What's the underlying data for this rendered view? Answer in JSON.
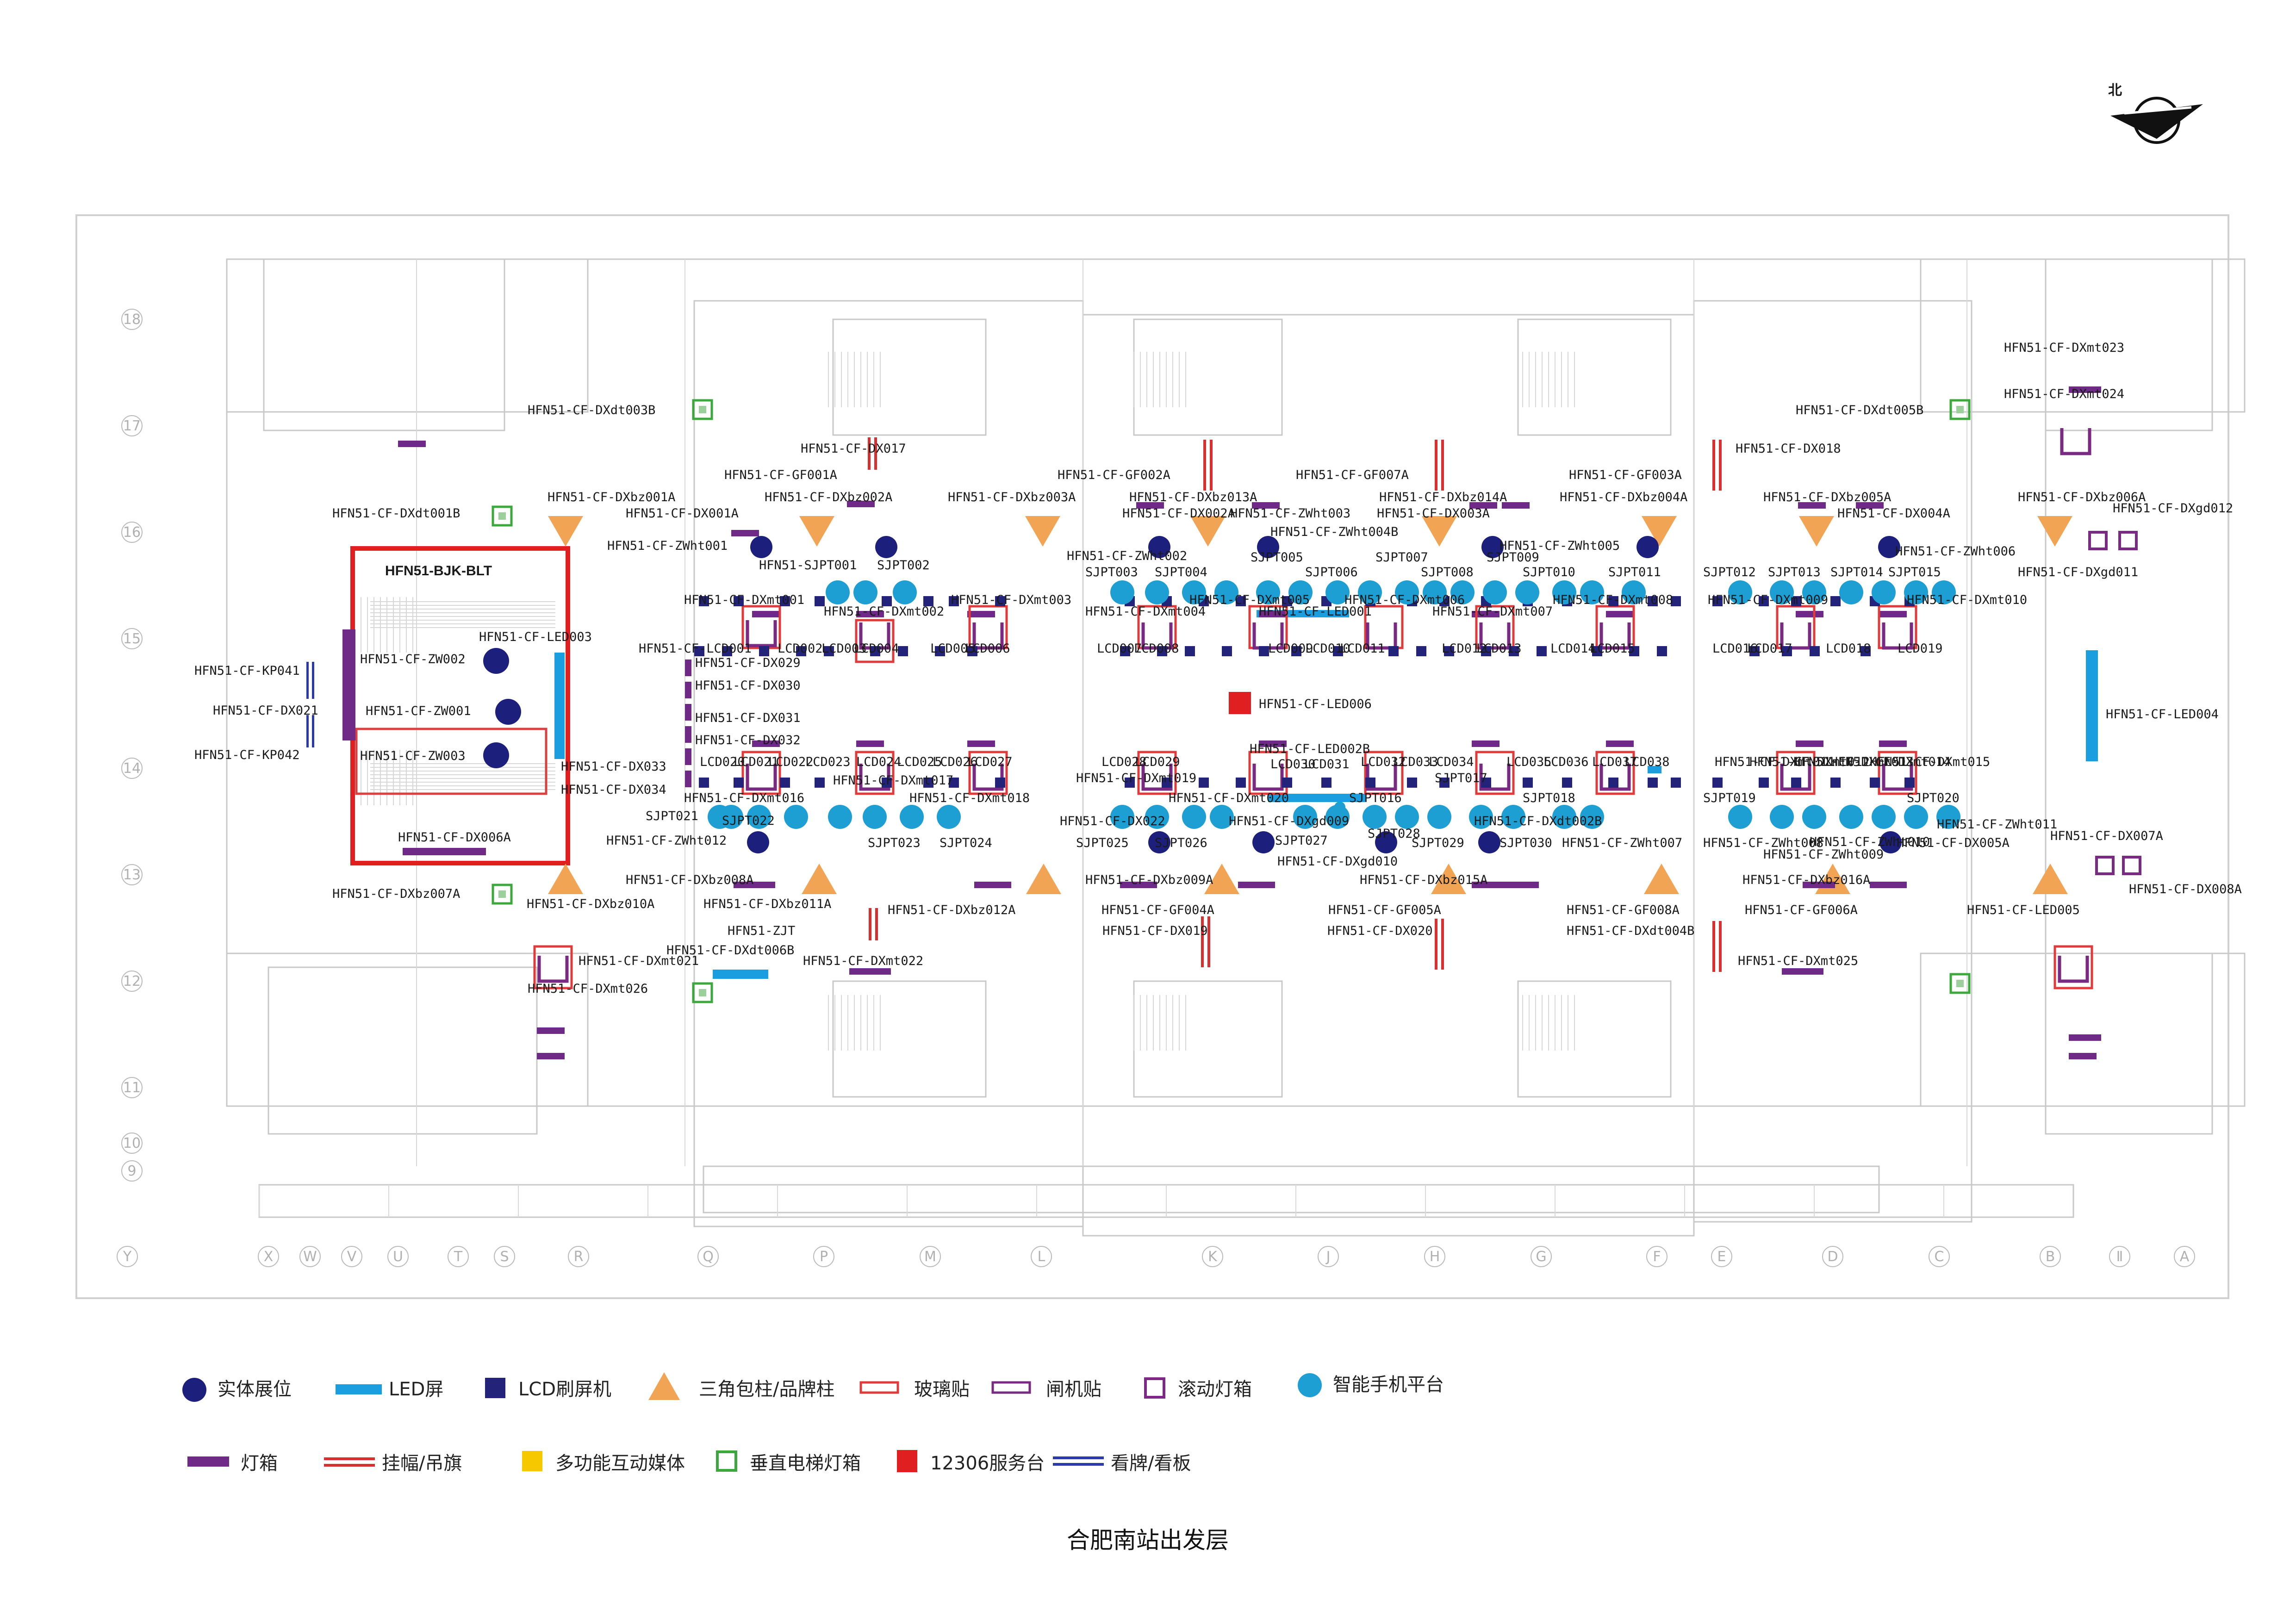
{
  "title": "合肥南站出发层",
  "north": "北",
  "legend": [
    {
      "key": "exhibit",
      "label": "实体展位"
    },
    {
      "key": "led",
      "label": "LED屏"
    },
    {
      "key": "lcd",
      "label": "LCD刷屏机"
    },
    {
      "key": "tri",
      "label": "三角包柱/品牌柱"
    },
    {
      "key": "glass",
      "label": "玻璃贴"
    },
    {
      "key": "gate",
      "label": "闸机贴"
    },
    {
      "key": "scroll",
      "label": "滚动灯箱"
    },
    {
      "key": "phone",
      "label": "智能手机平台"
    },
    {
      "key": "lightbox",
      "label": "灯箱"
    },
    {
      "key": "banner",
      "label": "挂幅/吊旗"
    },
    {
      "key": "media",
      "label": "多功能互动媒体"
    },
    {
      "key": "elevator",
      "label": "垂直电梯灯箱"
    },
    {
      "key": "service",
      "label": "12306服务台"
    },
    {
      "key": "sign",
      "label": "看牌/看板"
    }
  ],
  "colors": {
    "exhibit": "#1c1f7c",
    "led": "#1a9ee0",
    "lcd": "#23237a",
    "tri": "#f2a455",
    "glass": "#e03a3a",
    "gate": "#7a2a82",
    "scroll": "#7a2a82",
    "phone": "#1e9fd4",
    "lightbox": "#6e2a86",
    "banner": "#d83030",
    "media": "#f5c800",
    "elevator": "#3aa83a",
    "service": "#e02020",
    "sign": "#2a3aa8",
    "bjk": "#e02020"
  },
  "grid_rows": [
    "18",
    "17",
    "16",
    "15",
    "14",
    "13",
    "12",
    "11",
    "10",
    "9"
  ],
  "grid_cols": [
    "Y",
    "X",
    "W",
    "V",
    "U",
    "T",
    "S",
    "R",
    "Q",
    "P",
    "M",
    "L",
    "K",
    "J",
    "H",
    "G",
    "F",
    "E",
    "D",
    "C",
    "B",
    "Ⅱ",
    "A"
  ],
  "labels": [
    {
      "t": "HFN51-CF-DXmt023",
      "c": "t"
    },
    {
      "t": "HFN51-CF-DXmt024",
      "c": "t"
    },
    {
      "t": "HFN51-CF-DXdt003B",
      "c": "t"
    },
    {
      "t": "HFN51-CF-DXdt005B",
      "c": "t"
    },
    {
      "t": "HFN51-CF-DX017",
      "c": "t"
    },
    {
      "t": "HFN51-CF-DX018",
      "c": "t"
    },
    {
      "t": "HFN51-CF-GF001A",
      "c": "t"
    },
    {
      "t": "HFN51-CF-GF002A",
      "c": "t"
    },
    {
      "t": "HFN51-CF-GF007A",
      "c": "t"
    },
    {
      "t": "HFN51-CF-GF003A",
      "c": "t"
    },
    {
      "t": "HFN51-CF-DXbz001A",
      "c": "t"
    },
    {
      "t": "HFN51-CF-DXbz002A",
      "c": "t"
    },
    {
      "t": "HFN51-CF-DXbz003A",
      "c": "t"
    },
    {
      "t": "HFN51-CF-DXbz013A",
      "c": "t"
    },
    {
      "t": "HFN51-CF-DXbz014A",
      "c": "t"
    },
    {
      "t": "HFN51-CF-DXbz004A",
      "c": "t"
    },
    {
      "t": "HFN51-CF-DXbz005A",
      "c": "t"
    },
    {
      "t": "HFN51-CF-DXbz006A",
      "c": "t"
    },
    {
      "t": "HFN51-CF-DXdt001B",
      "c": "t"
    },
    {
      "t": "HFN51-CF-DX001A",
      "c": "t"
    },
    {
      "t": "HFN51-CF-DX002A",
      "c": "t"
    },
    {
      "t": "HFN51-CF-ZWht003",
      "c": "t"
    },
    {
      "t": "HFN51-CF-DX003A",
      "c": "t"
    },
    {
      "t": "HFN51-CF-DX004A",
      "c": "t"
    },
    {
      "t": "HFN51-CF-DXgd012",
      "c": "t"
    },
    {
      "t": "HFN51-BJK-BLT",
      "c": "t"
    },
    {
      "t": "HFN51-CF-ZWht001",
      "c": "t"
    },
    {
      "t": "HFN51-SJPT001",
      "c": "t"
    },
    {
      "t": "SJPT002",
      "c": "t"
    },
    {
      "t": "HFN51-CF-ZWht002",
      "c": "t"
    },
    {
      "t": "SJPT005",
      "c": "t"
    },
    {
      "t": "HFN51-CF-ZWht004B",
      "c": "t"
    },
    {
      "t": "SJPT007",
      "c": "t"
    },
    {
      "t": "SJPT009",
      "c": "t"
    },
    {
      "t": "HFN51-CF-ZWht005",
      "c": "t"
    },
    {
      "t": "HFN51-CF-ZWht006",
      "c": "t"
    },
    {
      "t": "HFN51-CF-DXgd011",
      "c": "t"
    },
    {
      "t": "SJPT003",
      "c": "t"
    },
    {
      "t": "SJPT004",
      "c": "t"
    },
    {
      "t": "SJPT006",
      "c": "t"
    },
    {
      "t": "SJPT008",
      "c": "t"
    },
    {
      "t": "SJPT010",
      "c": "t"
    },
    {
      "t": "SJPT011",
      "c": "t"
    },
    {
      "t": "SJPT012",
      "c": "t"
    },
    {
      "t": "SJPT013",
      "c": "t"
    },
    {
      "t": "SJPT014",
      "c": "t"
    },
    {
      "t": "SJPT015",
      "c": "t"
    },
    {
      "t": "HFN51-CF-DXmt001",
      "c": "t"
    },
    {
      "t": "HFN51-CF-DXmt002",
      "c": "t"
    },
    {
      "t": "HFN51-CF-DXmt003",
      "c": "t"
    },
    {
      "t": "HFN51-CF-DXmt004",
      "c": "t"
    },
    {
      "t": "HFN51-CF-DXmt005",
      "c": "t"
    },
    {
      "t": "HFN51-CF-DXmt006",
      "c": "t"
    },
    {
      "t": "HFN51-CF-DXmt007",
      "c": "t"
    },
    {
      "t": "HFN51-CF-DXmt008",
      "c": "t"
    },
    {
      "t": "HFN51-CF-DXmt009",
      "c": "t"
    },
    {
      "t": "HFN51-CF-DXmt010",
      "c": "t"
    },
    {
      "t": "HFN51-CF-LED003",
      "c": "t"
    },
    {
      "t": "HFN51-CF-LED001",
      "c": "t"
    },
    {
      "t": "HFN51-CF-LCD001",
      "c": "t"
    },
    {
      "t": "LCD002",
      "c": "t"
    },
    {
      "t": "LCD003",
      "c": "t"
    },
    {
      "t": "LCD004",
      "c": "t"
    },
    {
      "t": "LCD005",
      "c": "t"
    },
    {
      "t": "LCD006",
      "c": "t"
    },
    {
      "t": "LCD007",
      "c": "t"
    },
    {
      "t": "LCD008",
      "c": "t"
    },
    {
      "t": "LCD009",
      "c": "t"
    },
    {
      "t": "LCD010",
      "c": "t"
    },
    {
      "t": "LCD011",
      "c": "t"
    },
    {
      "t": "LCD012",
      "c": "t"
    },
    {
      "t": "LCD013",
      "c": "t"
    },
    {
      "t": "LCD014",
      "c": "t"
    },
    {
      "t": "LCD015",
      "c": "t"
    },
    {
      "t": "LCD016",
      "c": "t"
    },
    {
      "t": "LCD017",
      "c": "t"
    },
    {
      "t": "LCD018",
      "c": "t"
    },
    {
      "t": "LCD019",
      "c": "t"
    },
    {
      "t": "HFN51-CF-KP041",
      "c": "t"
    },
    {
      "t": "HFN51-CF-DX021",
      "c": "t"
    },
    {
      "t": "HFN51-CF-KP042",
      "c": "t"
    },
    {
      "t": "HFN51-CF-ZW002",
      "c": "t"
    },
    {
      "t": "HFN51-CF-ZW001",
      "c": "t"
    },
    {
      "t": "HFN51-CF-ZW003",
      "c": "t"
    },
    {
      "t": "HFN51-CF-DX029",
      "c": "t"
    },
    {
      "t": "HFN51-CF-DX030",
      "c": "t"
    },
    {
      "t": "HFN51-CF-DX031",
      "c": "t"
    },
    {
      "t": "HFN51-CF-DX032",
      "c": "t"
    },
    {
      "t": "HFN51-CF-DX033",
      "c": "t"
    },
    {
      "t": "HFN51-CF-DX034",
      "c": "t"
    },
    {
      "t": "HFN51-CF-LED006",
      "c": "t"
    },
    {
      "t": "HFN51-CF-LED004",
      "c": "t"
    },
    {
      "t": "HFN51-CF-LED002B",
      "c": "t"
    },
    {
      "t": "LCD020",
      "c": "t"
    },
    {
      "t": "LCD021",
      "c": "t"
    },
    {
      "t": "LCD022",
      "c": "t"
    },
    {
      "t": "LCD023",
      "c": "t"
    },
    {
      "t": "LCD024",
      "c": "t"
    },
    {
      "t": "LCD025",
      "c": "t"
    },
    {
      "t": "LCD026",
      "c": "t"
    },
    {
      "t": "LCD027",
      "c": "t"
    },
    {
      "t": "LCD028",
      "c": "t"
    },
    {
      "t": "LCD029",
      "c": "t"
    },
    {
      "t": "LCD030",
      "c": "t"
    },
    {
      "t": "LCD031",
      "c": "t"
    },
    {
      "t": "LCD032",
      "c": "t"
    },
    {
      "t": "LCD033",
      "c": "t"
    },
    {
      "t": "LCD034",
      "c": "t"
    },
    {
      "t": "LCD035",
      "c": "t"
    },
    {
      "t": "LCD036",
      "c": "t"
    },
    {
      "t": "LCD037",
      "c": "t"
    },
    {
      "t": "LCD038",
      "c": "t"
    },
    {
      "t": "HFN51-CF-DXmt011",
      "c": "t"
    },
    {
      "t": "HFN51-CF-DXmt012",
      "c": "t"
    },
    {
      "t": "HFN51-CF-DXmt013",
      "c": "t"
    },
    {
      "t": "HFN51-CF-DXmt014",
      "c": "t"
    },
    {
      "t": "HFN51-CF-DXmt015",
      "c": "t"
    },
    {
      "t": "HFN51-CF-DXmt016",
      "c": "t"
    },
    {
      "t": "HFN51-CF-DXmt017",
      "c": "t"
    },
    {
      "t": "HFN51-CF-DXmt018",
      "c": "t"
    },
    {
      "t": "HFN51-CF-DXmt019",
      "c": "t"
    },
    {
      "t": "HFN51-CF-DXmt020",
      "c": "t"
    },
    {
      "t": "SJPT016",
      "c": "t"
    },
    {
      "t": "SJPT017",
      "c": "t"
    },
    {
      "t": "SJPT018",
      "c": "t"
    },
    {
      "t": "SJPT019",
      "c": "t"
    },
    {
      "t": "SJPT020",
      "c": "t"
    },
    {
      "t": "SJPT021",
      "c": "t"
    },
    {
      "t": "SJPT022",
      "c": "t"
    },
    {
      "t": "SJPT023",
      "c": "t"
    },
    {
      "t": "SJPT024",
      "c": "t"
    },
    {
      "t": "SJPT025",
      "c": "t"
    },
    {
      "t": "SJPT026",
      "c": "t"
    },
    {
      "t": "SJPT027",
      "c": "t"
    },
    {
      "t": "SJPT028",
      "c": "t"
    },
    {
      "t": "SJPT029",
      "c": "t"
    },
    {
      "t": "SJPT030",
      "c": "t"
    },
    {
      "t": "HFN51-CF-ZWht007",
      "c": "t"
    },
    {
      "t": "HFN51-CF-ZWht008",
      "c": "t"
    },
    {
      "t": "HFN51-CF-ZWht009",
      "c": "t"
    },
    {
      "t": "HFN51-CF-ZWht010",
      "c": "t"
    },
    {
      "t": "HFN51-CF-ZWht011",
      "c": "t"
    },
    {
      "t": "HFN51-CF-ZWht012",
      "c": "t"
    },
    {
      "t": "HFN51-CF-DX022",
      "c": "t"
    },
    {
      "t": "HFN51-CF-DXgd009",
      "c": "t"
    },
    {
      "t": "HFN51-CF-DXgd010",
      "c": "t"
    },
    {
      "t": "HFN51-CF-DXdt002B",
      "c": "t"
    },
    {
      "t": "HFN51-CF-DX005A",
      "c": "t"
    },
    {
      "t": "HFN51-CF-DX006A",
      "c": "t"
    },
    {
      "t": "HFN51-CF-DX007A",
      "c": "t"
    },
    {
      "t": "HFN51-CF-DX008A",
      "c": "t"
    },
    {
      "t": "HFN51-CF-DXbz007A",
      "c": "t"
    },
    {
      "t": "HFN51-CF-DXbz008A",
      "c": "t"
    },
    {
      "t": "HFN51-CF-DXbz009A",
      "c": "t"
    },
    {
      "t": "HFN51-CF-DXbz015A",
      "c": "t"
    },
    {
      "t": "HFN51-CF-DXbz016A",
      "c": "t"
    },
    {
      "t": "HFN51-CF-DXbz010A",
      "c": "t"
    },
    {
      "t": "HFN51-CF-DXbz011A",
      "c": "t"
    },
    {
      "t": "HFN51-CF-DXbz012A",
      "c": "t"
    },
    {
      "t": "HFN51-CF-GF004A",
      "c": "t"
    },
    {
      "t": "HFN51-CF-GF005A",
      "c": "t"
    },
    {
      "t": "HFN51-CF-GF008A",
      "c": "t"
    },
    {
      "t": "HFN51-CF-GF006A",
      "c": "t"
    },
    {
      "t": "HFN51-CF-LED005",
      "c": "t"
    },
    {
      "t": "HFN51-ZJT",
      "c": "t"
    },
    {
      "t": "HFN51-CF-DX019",
      "c": "t"
    },
    {
      "t": "HFN51-CF-DX020",
      "c": "t"
    },
    {
      "t": "HFN51-CF-DXdt004B",
      "c": "t"
    },
    {
      "t": "HFN51-CF-DXdt006B",
      "c": "t"
    },
    {
      "t": "HFN51-CF-DXmt021",
      "c": "t"
    },
    {
      "t": "HFN51-CF-DXmt022",
      "c": "t"
    },
    {
      "t": "HFN51-CF-DXmt025",
      "c": "t"
    },
    {
      "t": "HFN51-CF-DXmt026",
      "c": "t"
    }
  ],
  "abcd": [
    "A",
    "B",
    "C",
    "D"
  ]
}
